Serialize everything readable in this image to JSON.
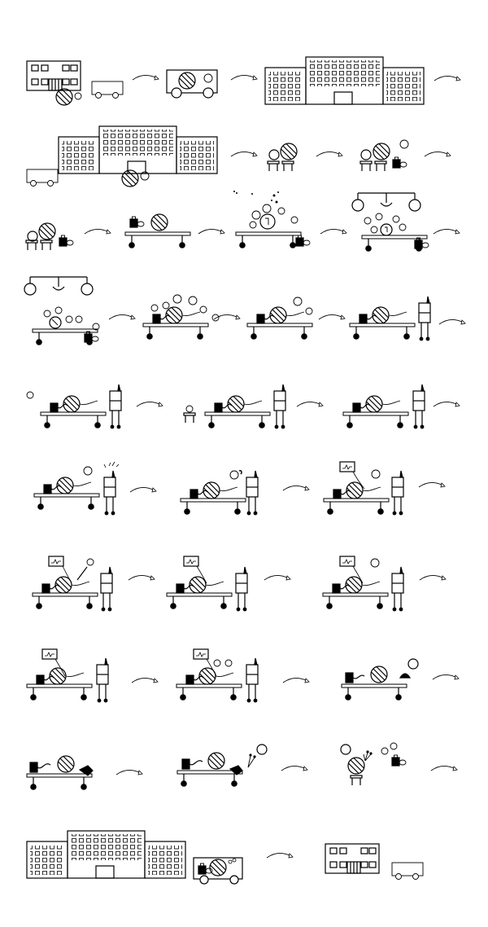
{
  "storyboard": {
    "rows": [
      {
        "name": "row-1-hospital-arrival",
        "frames": [
          "small-house-and-truck",
          "ambulance-with-patient",
          "large-hospital"
        ]
      },
      {
        "name": "row-2-waiting",
        "frames": [
          "hospital-with-ambulance",
          "chairs-with-patient-and-companion",
          "chairs-with-doctor-bag"
        ]
      },
      {
        "name": "row-3-preparation",
        "frames": [
          "chairs-with-doctor-bag",
          "bed-with-patient",
          "bed-with-timer-and-bubbles",
          "bed-with-lamp-and-timer"
        ]
      },
      {
        "name": "row-4-procedure-start",
        "frames": [
          "lamp-over-bed",
          "patient-on-bed-with-bubbles",
          "patient-on-bed",
          "patient-on-bed-with-iv-stand"
        ]
      },
      {
        "name": "row-5-observation",
        "frames": [
          "bed-with-iv-stand",
          "bed-with-iv-and-stool",
          "bed-with-iv-stand"
        ]
      },
      {
        "name": "row-6-monitoring",
        "frames": [
          "bed-with-alert",
          "bed-with-phone",
          "bed-with-monitor"
        ]
      },
      {
        "name": "row-7-monitor-readings",
        "frames": [
          "monitor-with-syringe",
          "monitor-readings",
          "monitor-readings"
        ]
      },
      {
        "name": "row-8-recovery",
        "frames": [
          "monitor-and-iv",
          "monitor-and-bubbles",
          "patient-with-bell"
        ]
      },
      {
        "name": "row-9-discharge",
        "frames": [
          "patient-with-shoe",
          "patient-with-flowers",
          "patient-standing-with-flowers"
        ]
      },
      {
        "name": "row-10-return-home",
        "frames": [
          "hospital-and-ambulance",
          "small-house-and-truck"
        ]
      }
    ]
  }
}
